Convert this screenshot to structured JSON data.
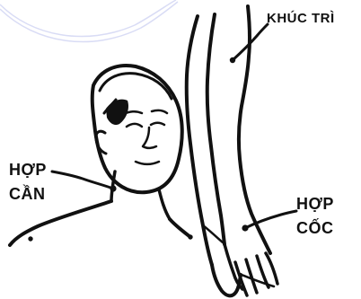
{
  "points": {
    "khuc_tri": {
      "label": "KHÚC TRÌ"
    },
    "hop_can": {
      "line1": "HỢP",
      "line2": "CẦN"
    },
    "hop_coc": {
      "line1": "HỢP",
      "line2": "CỐC"
    }
  },
  "colors": {
    "ink": "#111111",
    "faint_arc": "#d9dcf5",
    "background": "#ffffff"
  }
}
